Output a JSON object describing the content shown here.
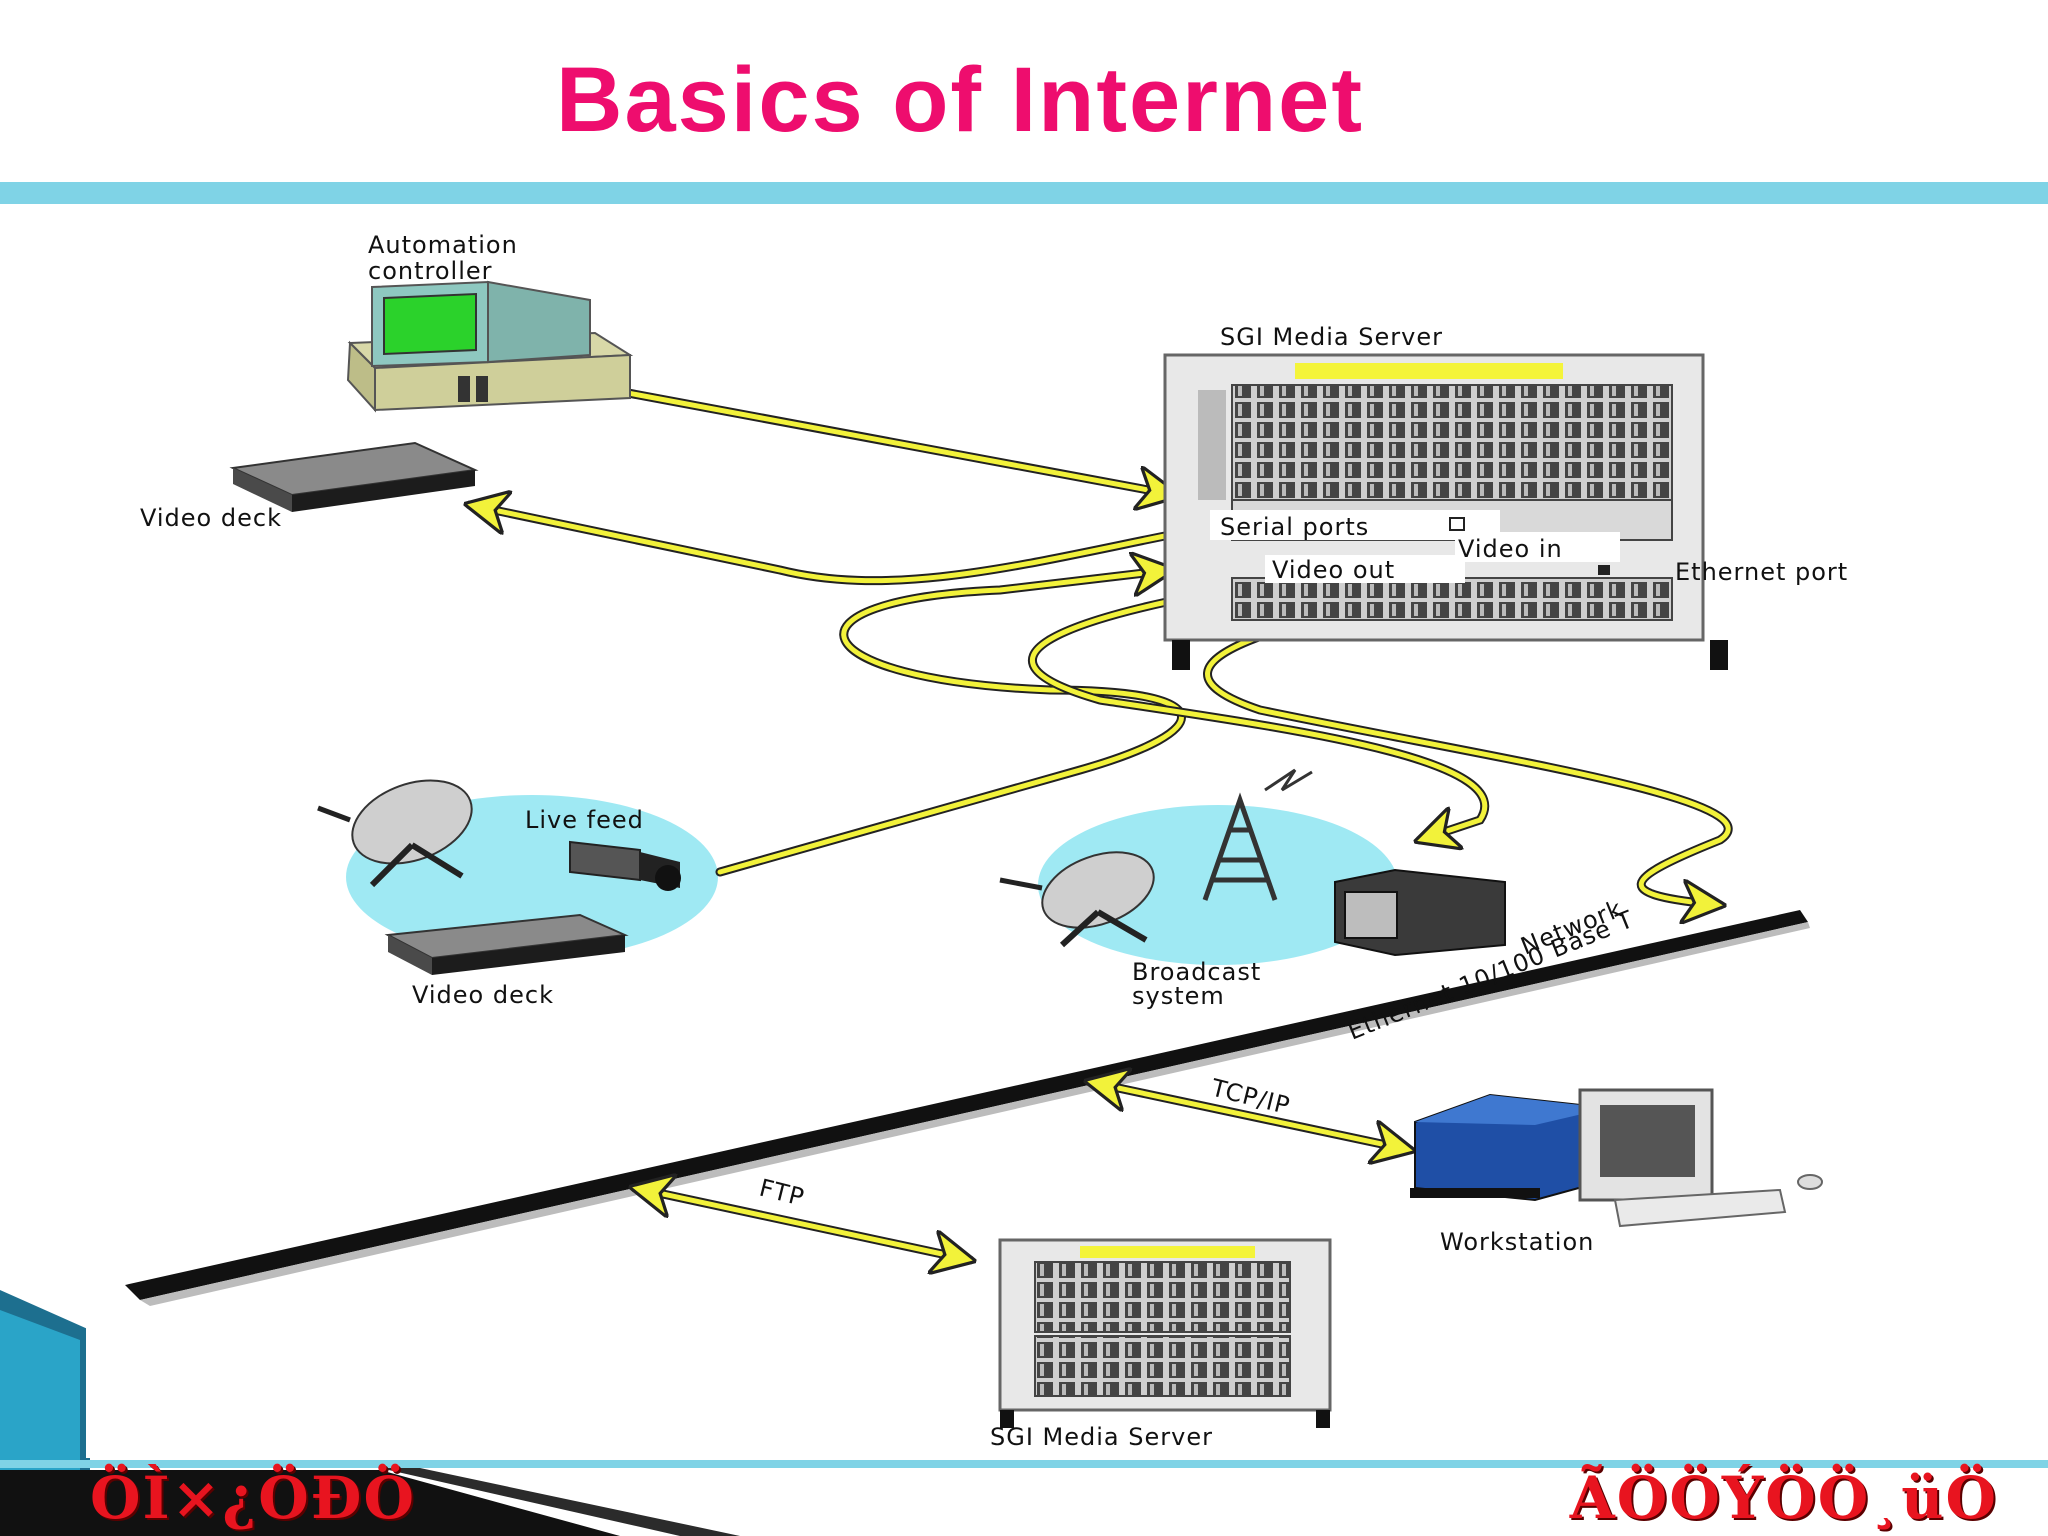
{
  "slide": {
    "title": "Basics of Internet"
  },
  "labels": {
    "automation_controller_1": "Automation",
    "automation_controller_2": "controller",
    "sgi_server_top": "SGI Media Server",
    "video_deck_top": "Video deck",
    "serial_ports": "Serial ports",
    "video_in": "Video in",
    "video_out": "Video out",
    "ethernet_port": "Ethernet port",
    "live_feed": "Live feed",
    "video_deck_bottom": "Video deck",
    "broadcast_1": "Broadcast",
    "broadcast_2": "system",
    "network": "Network",
    "ethernet_base": "Ethernet 10/100 Base T",
    "tcpip": "TCP/IP",
    "ftp": "FTP",
    "workstation": "Workstation",
    "sgi_server_bottom": "SGI Media Server"
  },
  "footer": {
    "left_text": "ÖÌ×¿ÖÐÖ",
    "right_text": "ÃÖÖÝÖÖ¸üÖ"
  },
  "colors": {
    "title": "#ee0d6e",
    "accent_rule": "#7fd3e6",
    "cable": "#f2f23a",
    "cloud": "#9fe9f3",
    "monitor_screen": "#2bd22b",
    "footer_text": "#e8141f"
  }
}
